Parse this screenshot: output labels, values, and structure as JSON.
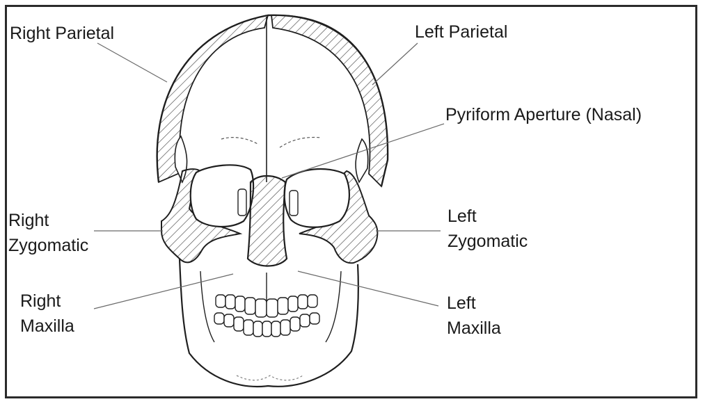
{
  "labels": {
    "right_parietal": "Right Parietal",
    "left_parietal": "Left Parietal",
    "pyriform_aperture": "Pyriform Aperture (Nasal)",
    "right_zygomatic": {
      "line1": "Right",
      "line2": "Zygomatic"
    },
    "left_zygomatic": {
      "line1": "Left",
      "line2": "Zygomatic"
    },
    "right_maxilla": {
      "line1": "Right",
      "line2": "Maxilla"
    },
    "left_maxilla": {
      "line1": "Left",
      "line2": "Maxilla"
    }
  },
  "colors": {
    "line": "#1f1f1f",
    "leader": "#6a6a6a",
    "hatch": "#4a4a4a",
    "frame": "#2b2b2b"
  }
}
